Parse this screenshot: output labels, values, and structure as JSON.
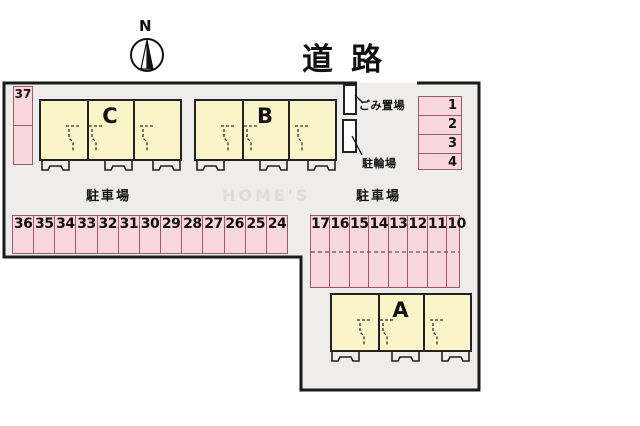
{
  "road_label": "道路",
  "compass": {
    "label": "N"
  },
  "site": {
    "parking_label_left": "駐車場",
    "parking_label_right": "駐車場",
    "garbage_label": "ごみ置場",
    "bicycle_label": "駐輪場"
  },
  "buildings": [
    {
      "id": "C",
      "label": "C"
    },
    {
      "id": "B",
      "label": "B"
    },
    {
      "id": "A",
      "label": "A"
    }
  ],
  "parking_spaces": {
    "space_top_left": "37",
    "row_left": [
      "36",
      "35",
      "34",
      "33",
      "32",
      "31",
      "30",
      "29",
      "28",
      "27",
      "26",
      "25",
      "24"
    ],
    "row_right": [
      "17",
      "16",
      "15",
      "14",
      "13",
      "12",
      "11",
      "10"
    ],
    "column_right": [
      "1",
      "2",
      "3",
      "4"
    ]
  },
  "watermark": "HOME'S",
  "colors": {
    "site_fill": "#EEEDEB",
    "building_fill": "#FAF5C9",
    "space_fill": "#F8D7E0",
    "space_border": "#A05A66",
    "line": "#1A1A1A"
  }
}
